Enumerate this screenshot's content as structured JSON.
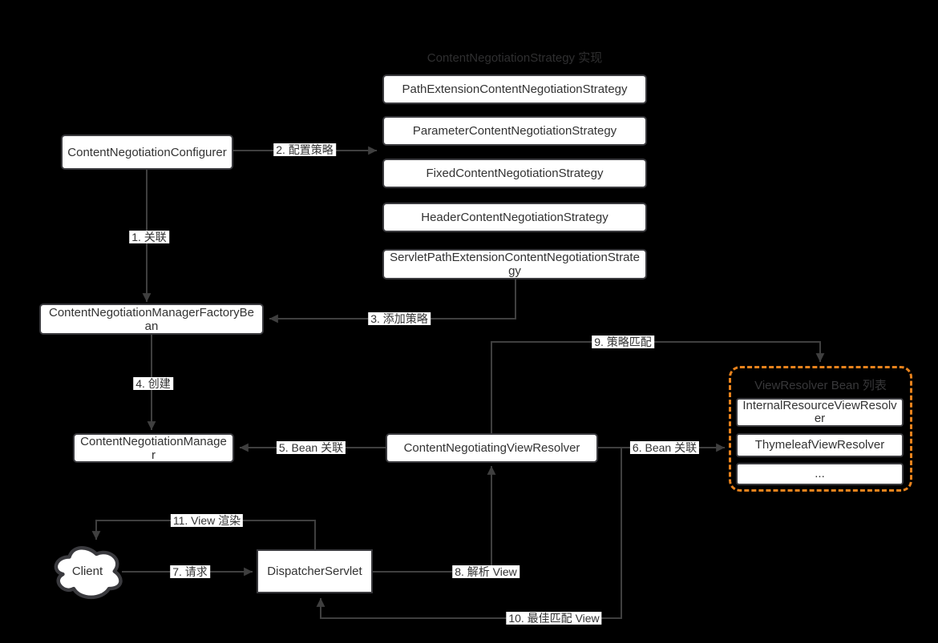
{
  "diagram": {
    "strategy_group": {
      "title": "ContentNegotiationStrategy 实现",
      "items": [
        "PathExtensionContentNegotiationStrategy",
        "ParameterContentNegotiationStrategy",
        "FixedContentNegotiationStrategy",
        "HeaderContentNegotiationStrategy",
        "ServletPathExtensionContentNegotiationStrategy"
      ]
    },
    "view_resolver_group": {
      "title": "ViewResolver Bean 列表",
      "items": [
        "InternalResourceViewResolver",
        "ThymeleafViewResolver",
        "..."
      ]
    },
    "nodes": {
      "configurer": "ContentNegotiationConfigurer",
      "factory_bean": "ContentNegotiationManagerFactoryBean",
      "manager": "ContentNegotiationManager",
      "negotiating_view_resolver": "ContentNegotiatingViewResolver",
      "dispatcher_servlet": "DispatcherServlet",
      "client": "Client"
    },
    "edges": {
      "e1": "1. 关联",
      "e2": "2. 配置策略",
      "e3": "3. 添加策略",
      "e4": "4. 创建",
      "e5": "5. Bean 关联",
      "e6": "6. Bean 关联",
      "e7": "7. 请求",
      "e8": "8. 解析 View",
      "e9": "9. 策略匹配",
      "e10": "10. 最佳匹配 View",
      "e11": "11. View 渲染"
    },
    "colors": {
      "background": "#000000",
      "box_fill": "#ffffff",
      "box_border": "#3a3a3e",
      "connector": "#3f3f3f",
      "text": "#333333",
      "group_title_text": "#2f2f30",
      "accent_orange": "#e8821c"
    }
  }
}
